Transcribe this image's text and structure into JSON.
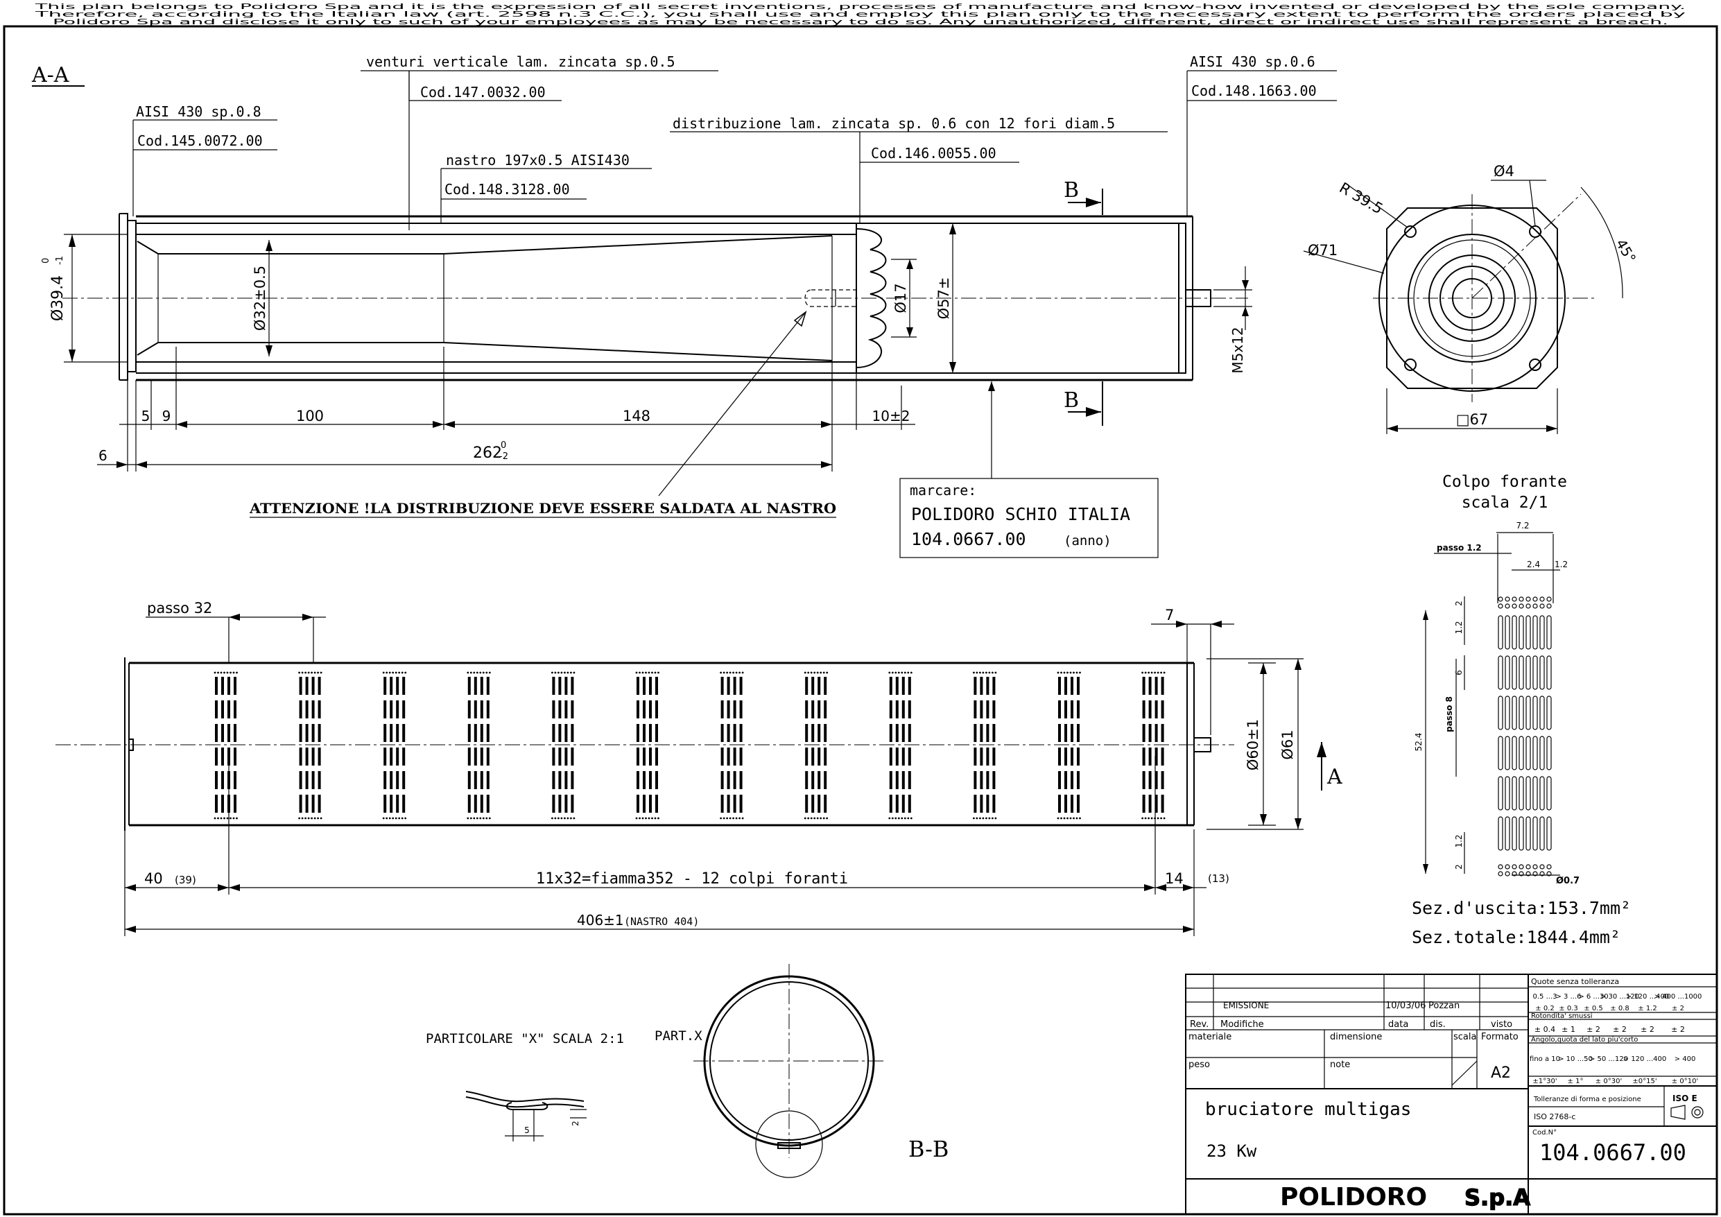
{
  "notice": {
    "line1": "This plan belongs to Polidoro Spa and it is the expression of all secret inventions, processes of manufacture and know-how invented or developed by the sole company.",
    "line2": "Therefore, according to the Italian law (art. 2598 n.3 C.C.), you shall use and employ this plan only to the necessary extent to perform the orders placed by",
    "line3": "Polidoro Spa and disclose it only to such of your employees as may be necessary to do so. Any unauthorized, different, direct or indirect use shall represent a breach."
  },
  "section_aa": {
    "title": "A-A",
    "callouts": {
      "venturi": "venturi verticale lam. zincata sp.0.5",
      "venturi_code": "Cod.147.0032.00",
      "inlet_material": "AISI 430 sp.0.8",
      "inlet_code": "Cod.145.0072.00",
      "tape": "nastro 197x0.5 AISI430",
      "tape_code": "Cod.148.3128.00",
      "distribution": "distribuzione lam. zincata sp. 0.6 con 12 fori diam.5",
      "distribution_code": "Cod.146.0055.00",
      "cap_material": "AISI 430 sp.0.6",
      "cap_code": "Cod.148.1663.00"
    },
    "dimensions": {
      "d_inlet": "Ø39.4",
      "d_inlet_tol_up": "0",
      "d_inlet_tol_dn": "-1",
      "d_venturi": "Ø32±0.5",
      "d_dist": "Ø17",
      "d_tube": "Ø57±",
      "thread": "M5x12",
      "d5": "5",
      "d9": "9",
      "d100": "100",
      "d148": "148",
      "d10": "10±2",
      "d6": "6",
      "d262": "262",
      "d262_tol_up": "0",
      "d262_tol_dn": "-2"
    },
    "section_mark": "B",
    "warning": "ATTENZIONE !LA DISTRIBUZIONE DEVE ESSERE SALDATA AL NASTRO",
    "marking": {
      "label": "marcare:",
      "line1": "POLIDORO SCHIO ITALIA",
      "line2": "104.0667.00",
      "line2_suffix": "(anno)"
    }
  },
  "end_view": {
    "r": "R 39.5",
    "d_holes": "Ø4",
    "d_circle": "Ø71",
    "angle": "45°",
    "square": "□67"
  },
  "hole_detail": {
    "title_line1": "Colpo forante",
    "title_line2": "scala 2/1",
    "d_7_2": "7.2",
    "passo_1_2": "passo 1.2",
    "d_2_4": "2.4",
    "d_1_2": "1.2",
    "d_2": "2",
    "d_1_2_b": "1.2",
    "d_6": "6",
    "passo_8": "passo 8",
    "d_52_4": "52.4",
    "d_1_2_c": "1.2",
    "d_2_b": "2",
    "d_0_7": "Ø0.7",
    "outlet_section": "Sez.d'uscita:153.7mm²",
    "total_section": "Sez.totale:1844.4mm²"
  },
  "burner_view": {
    "passo": "passo 32",
    "d7": "7",
    "d60": "Ø60±1",
    "d61": "Ø61",
    "section_mark": "A",
    "d40": "40",
    "d40_ref": "(39)",
    "flame": "11x32=fiamma352  -  12 colpi foranti",
    "d14": "14",
    "d14_ref": "(13)",
    "d406": "406±1",
    "d406_ref": "(NASTRO 404)"
  },
  "detail_x": {
    "label": "PARTICOLARE \"X\" SCALA 2:1",
    "d5": "5",
    "d2": "2"
  },
  "section_bb": {
    "part_label": "PART.X",
    "title": "B-B"
  },
  "title_block": {
    "emissione": "EMISSIONE",
    "date": "10/03/06",
    "author": "Pozzan",
    "rev": "Rev.",
    "modifiche": "Modifiche",
    "data": "data",
    "dis": "dis.",
    "visto": "visto",
    "materiale": "materiale",
    "dimensione": "dimensione",
    "scala": "scala",
    "formato": "Formato",
    "format_value": "A2",
    "peso": "peso",
    "note": "note",
    "description_line1": "bruciatore multigas",
    "description_line2": "23 Kw",
    "company": "POLIDORO",
    "company_suffix": "S.p.A",
    "code_label": "Cod.N°",
    "code": "104.0667.00",
    "tol_title": "Quote senza tolleranza",
    "tol_ranges": [
      "0.5 ...3",
      "> 3 ...6",
      "> 6 ...30",
      "> 30 ...120",
      "> 120 ...400",
      "> 400 ...1000"
    ],
    "tol_values": [
      "± 0.2",
      "± 0.3",
      "± 0.5",
      "± 0.8",
      "± 1.2",
      "± 2"
    ],
    "round_title": "Rotondita' smussi",
    "round_values": [
      "± 0.4",
      "± 1",
      "± 2",
      "± 2",
      "± 2",
      "± 2"
    ],
    "angle_title": "Angolo,quota del lato piu'corto",
    "angle_ranges": [
      "fino a 10",
      "> 10 ...50",
      "> 50 ...120",
      "> 120 ...400",
      "> 400"
    ],
    "angle_values": [
      "±1°30'",
      "± 1°",
      "± 0°30'",
      "±0°15'",
      "± 0°10'"
    ],
    "form_title": "Tolleranze di forma e posizione",
    "iso": "ISO 2768-c",
    "iso_mark": "ISO E"
  }
}
